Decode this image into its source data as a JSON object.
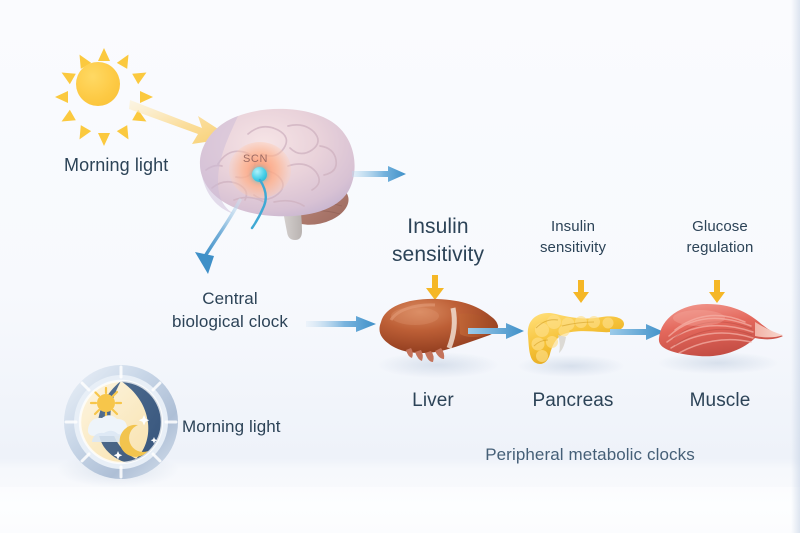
{
  "figure": {
    "background_color": "#f7f9fd",
    "text_color": "#2c4357",
    "accent_blue": "#5ba4d8",
    "accent_yellow": "#f8bf33",
    "arrow_blue_dark": "#3f90c8"
  },
  "sun": {
    "icon": "sun-icon",
    "color": "#fbc93f",
    "ray_count": 12
  },
  "labels": {
    "morning_light_top": "Morning light",
    "morning_light_bottom": "Morning light",
    "central_clock_line1": "Central",
    "central_clock_line2": "biological clock",
    "peripheral_caption": "Peripheral metabolic clocks"
  },
  "brain": {
    "icon": "brain-icon",
    "scn_label": "SCN",
    "scn_glow_color": "#ff9a6e",
    "scn_dot_color": "#4fd2ea",
    "cortex_color": "#e6cdd6",
    "cerebellum_color": "#b08073",
    "brainstem_color": "#c9c4c2"
  },
  "clock_icon": {
    "icon": "day-night-clock-icon",
    "ring_color": "#b9c9de",
    "day_color": "#fbe9c2",
    "night_color": "#3d5a7d",
    "sun_color": "#f7c64a",
    "moon_color": "#f2c44e",
    "cloud_color": "#eaf1f8",
    "star_color": "#ffffff"
  },
  "arrows": {
    "sun_to_brain": {
      "name": "sun-to-brain-arrow",
      "color": "#f7d385"
    },
    "brain_to_right": {
      "name": "brain-to-liver-arrow",
      "color": "#5ba4d8"
    },
    "brain_to_clock": {
      "name": "brain-to-central-clock-arrow",
      "color": "#5ba4d8"
    },
    "clock_to_liver": {
      "name": "central-clock-to-liver-arrow",
      "color": "#5ba4d8"
    },
    "liver_to_pancreas": {
      "name": "liver-to-pancreas-arrow",
      "color": "#4b9ad2"
    },
    "pancreas_to_muscle": {
      "name": "pancreas-to-muscle-arrow",
      "color": "#4b9ad2"
    },
    "down_arrow_color": "#f5b726"
  },
  "organs": [
    {
      "id": "liver",
      "name_label": "Liver",
      "effect_line1": "Insulin",
      "effect_line2": "sensitivity",
      "effect_font_size": 21,
      "color": "#b5532e",
      "icon": "liver-icon"
    },
    {
      "id": "pancreas",
      "name_label": "Pancreas",
      "effect_line1": "Insulin",
      "effect_line2": "sensitivity",
      "effect_font_size": 15,
      "color": "#f3c33f",
      "icon": "pancreas-icon"
    },
    {
      "id": "muscle",
      "name_label": "Muscle",
      "effect_line1": "Glucose",
      "effect_line2": "regulation",
      "effect_font_size": 15,
      "color": "#e9705f",
      "icon": "muscle-icon"
    }
  ]
}
